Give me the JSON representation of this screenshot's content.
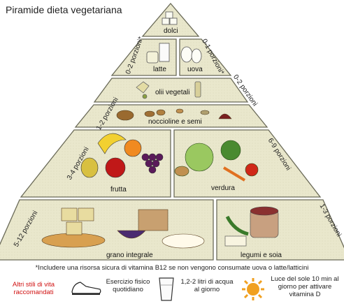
{
  "title": "Piramide dieta vegetariana",
  "tiers": {
    "dolci": "dolci",
    "latte": "latte",
    "uova": "uova",
    "oli": "olii vegetali",
    "noccioline": "noccioline e semi",
    "frutta": "frutta",
    "verdura": "verdura",
    "grano": "grano integrale",
    "legumi": "legumi e soia"
  },
  "portions": {
    "latte": "0-2 porzioni*",
    "uova": "0-1 porzioni*",
    "oli": "0-2 porzioni",
    "noccioline": "1-2 porzioni",
    "frutta": "3-4 porzioni",
    "verdura": "6-9 porzioni",
    "grano": "5-12 porzioni",
    "legumi": "1-3 porzioni"
  },
  "footnote": "*Includere una risorsa sicura di vitamina B12 se non vengono consumate uova o latte/latticini",
  "bottom": {
    "other_label": "Altri stili di vita raccomandati",
    "exercise": "Esercizio fisico quotidiano",
    "water": "1,2-2 litri di acqua al giorno",
    "sun": "Luce del sole 10 min al giorno per attivare vitamina D"
  },
  "colors": {
    "tier_fill": "#e8e6c8",
    "tier_stroke": "#6a6a58",
    "red_text": "#d01010",
    "sun": "#f0a020"
  }
}
